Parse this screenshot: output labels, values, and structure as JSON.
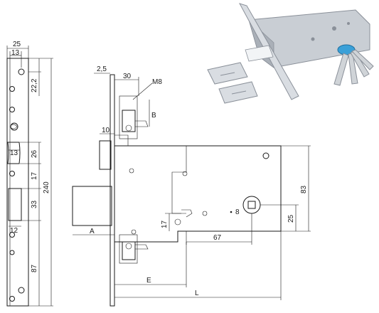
{
  "faceplate": {
    "dims": {
      "width": "25",
      "inner_width": "13",
      "top_offset": "22,2",
      "slot_width": "13",
      "slot_h": "26",
      "gap": "17",
      "bolt_h": "33",
      "bolt_w": "12",
      "bottom": "87",
      "total_h": "240"
    }
  },
  "side": {
    "dims": {
      "plate_thickness": "2,5",
      "case_offset": "30",
      "screw": "M8",
      "b": "B",
      "ten": "10",
      "a": "A",
      "seventeen": "17",
      "sixtyseven": "67",
      "eight": "8",
      "twentyfive": "25",
      "eightythree": "83",
      "e": "E",
      "l": "L"
    }
  },
  "colors": {
    "line": "#1a1a1a",
    "metal_light": "#d9dde2",
    "metal_dark": "#8a9099",
    "key_blue": "#3aa0d8"
  }
}
